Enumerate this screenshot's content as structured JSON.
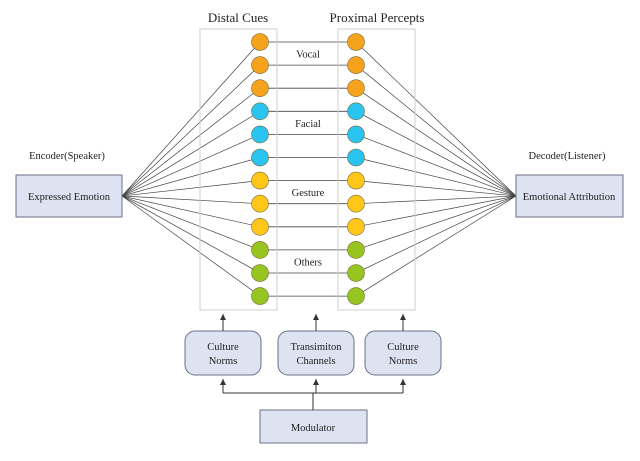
{
  "headers": {
    "distal_cues": "Distal Cues",
    "proximal_percepts": "Proximal Percepts",
    "encoder": "Encoder(Speaker)",
    "decoder": "Decoder(Listener)"
  },
  "boxes": {
    "expressed_emotion": "Expressed Emotion",
    "emotional_attribution": "Emotional Attribution",
    "culture_norms_left": [
      "Culture",
      "Norms"
    ],
    "transmission_channels": [
      "Transimiton",
      "Channels"
    ],
    "culture_norms_right": [
      "Culture",
      "Norms"
    ],
    "modulator": "Modulator"
  },
  "cue_groups": [
    {
      "label": "Vocal",
      "color": "#F5A21C",
      "count": 3
    },
    {
      "label": "Facial",
      "color": "#29C4EF",
      "count": 3
    },
    {
      "label": "Gesture",
      "color": "#FFC61A",
      "count": 3
    },
    {
      "label": "Others",
      "color": "#97C520",
      "count": 3
    }
  ],
  "colors": {
    "box_fill": "#DEE3F1",
    "box_stroke": "#6B6F86",
    "line": "#444444",
    "node_stroke": "#7A6A3A"
  }
}
